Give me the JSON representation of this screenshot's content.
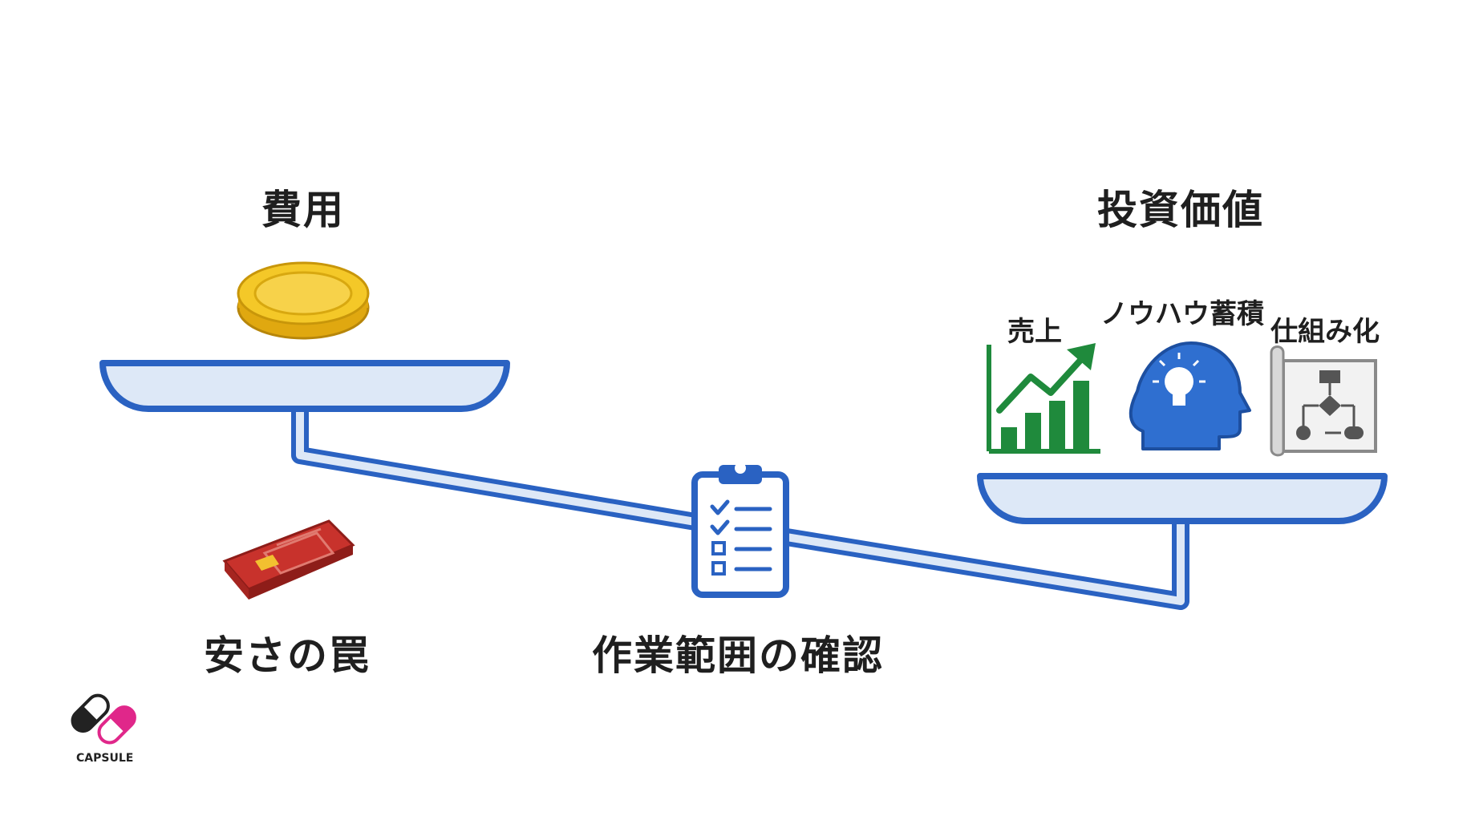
{
  "left_pan": {
    "label": "費用",
    "item_icon": "gold-coin-icon"
  },
  "right_pan": {
    "label": "投資価値",
    "items": [
      {
        "label": "売上",
        "icon": "growth-chart-icon"
      },
      {
        "label": "ノウハウ蓄積",
        "icon": "idea-head-icon"
      },
      {
        "label": "仕組み化",
        "icon": "flowchart-blueprint-icon"
      }
    ]
  },
  "trap": {
    "label": "安さの罠",
    "icon": "mousetrap-icon"
  },
  "fulcrum": {
    "label": "作業範囲の確認",
    "icon": "clipboard-checklist-icon"
  },
  "logo": {
    "text": "CAPSULE"
  },
  "colors": {
    "beam_stroke": "#2a62c2",
    "beam_fill": "#dde8f7",
    "coin": "#f0c020",
    "chart_green": "#1f8a3c",
    "head_blue": "#2f6fd0",
    "trap_red": "#c8322c",
    "logo_magenta": "#e0278a"
  }
}
